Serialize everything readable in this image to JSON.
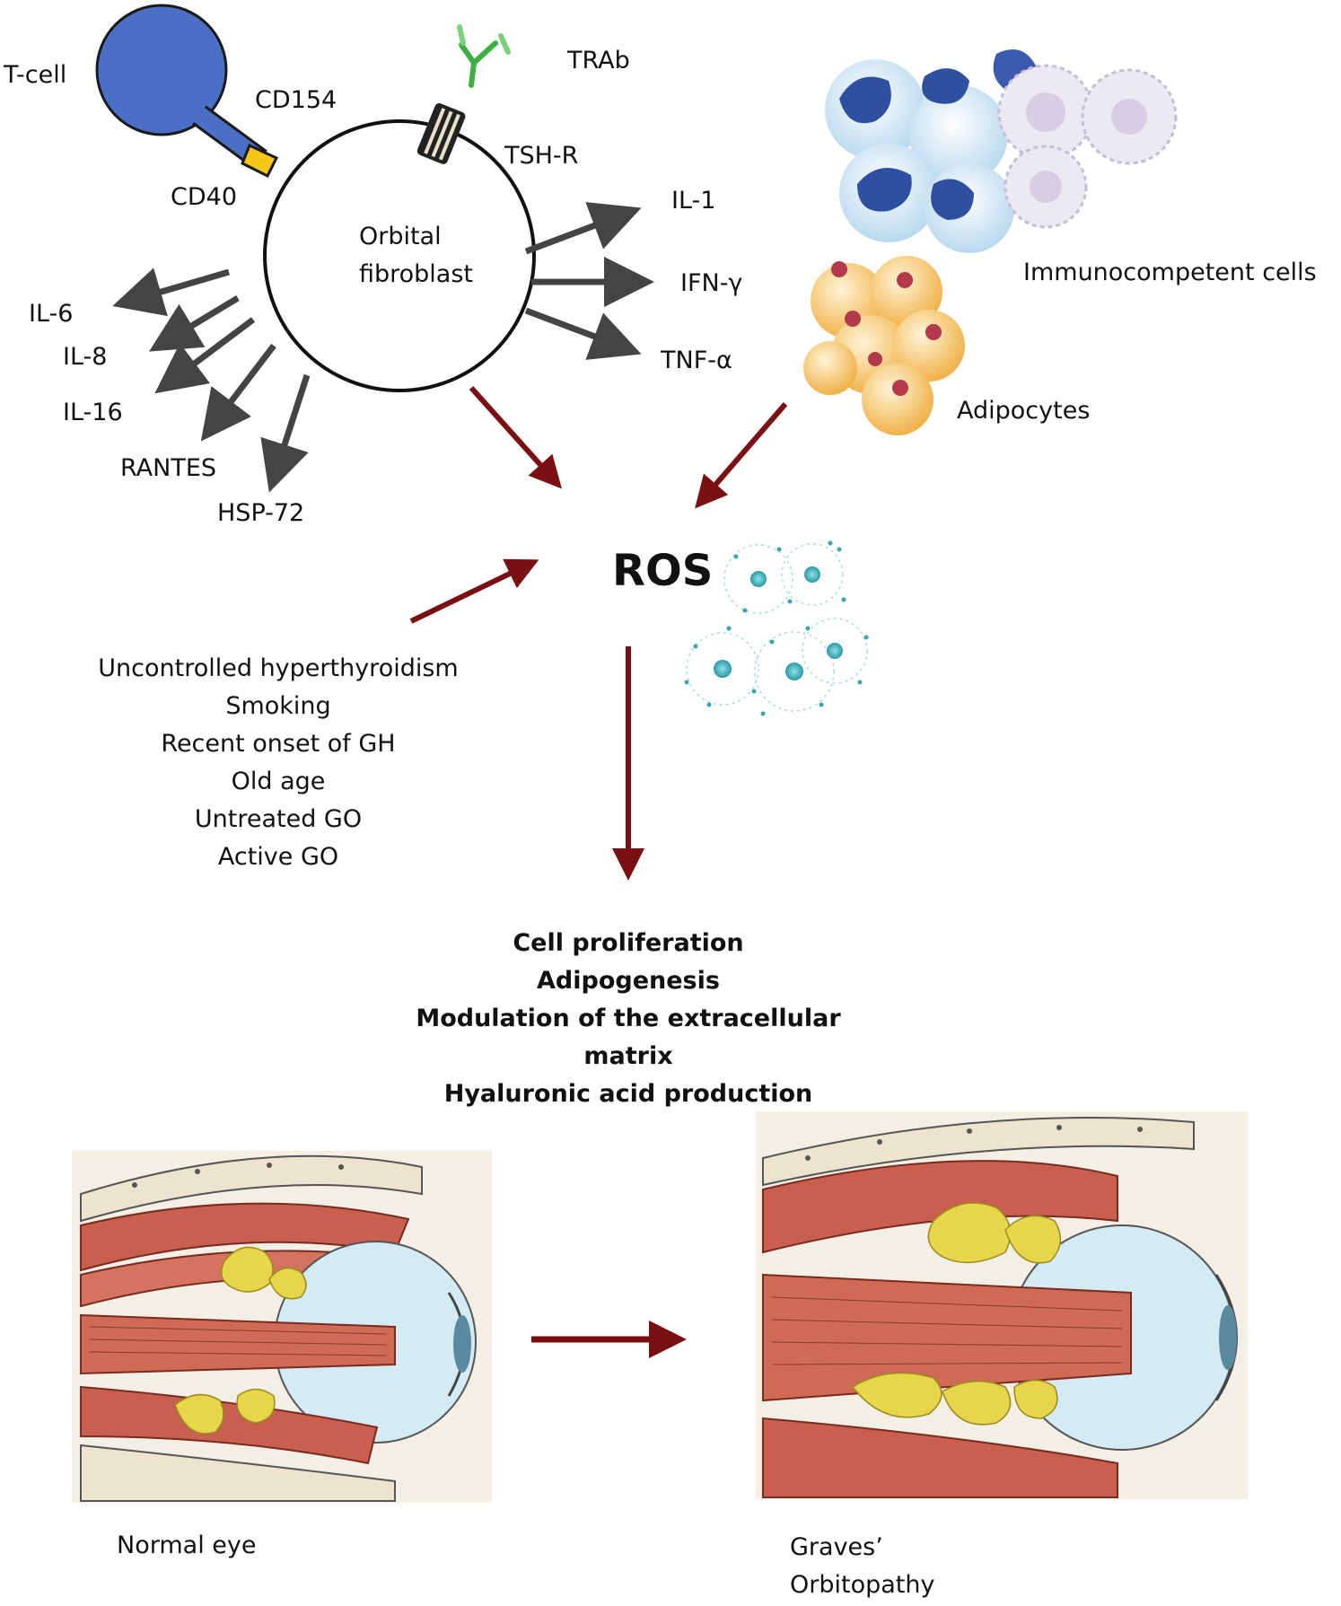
{
  "labels": {
    "t_cell": "T-cell",
    "cd154": "CD154",
    "cd40": "CD40",
    "trab": "TRAb",
    "tsh_r": "TSH-R",
    "fibroblast_line1": "Orbital",
    "fibroblast_line2": "fibroblast",
    "il1": "IL-1",
    "ifn": "IFN-γ",
    "tnf": "TNF-α",
    "il6": "IL-6",
    "il8": "IL-8",
    "il16": "IL-16",
    "rantes": "RANTES",
    "hsp72": "HSP-72",
    "immunocompetent": "Immunocompetent cells",
    "adipocytes": "Adipocytes",
    "ros": "ROS"
  },
  "risk_factors": [
    "Uncontrolled hyperthyroidism",
    "Smoking",
    "Recent onset of GH",
    "Old age",
    "Untreated GO",
    "Active GO"
  ],
  "effects": [
    "Cell proliferation",
    "Adipogenesis",
    "Modulation of the extracellular",
    "matrix",
    "Hyaluronic acid production"
  ],
  "captions": {
    "normal": "Normal eye",
    "graves_line1": "Graves’",
    "graves_line2": "Orbitopathy"
  },
  "colors": {
    "t_cell": "#4a6fc4",
    "cd40": "#f5c518",
    "antibody": "#3cb043",
    "dark_arrow": "#7a1014",
    "grey_arrow": "#4a4a4a",
    "ros_particle": "#3aa6b0",
    "adipocyte": "#f3c06a",
    "immune_cell": "#2f4fa0",
    "muscle": "#c9604f",
    "fat": "#e8d64a",
    "globe": "#d4ebf4"
  }
}
